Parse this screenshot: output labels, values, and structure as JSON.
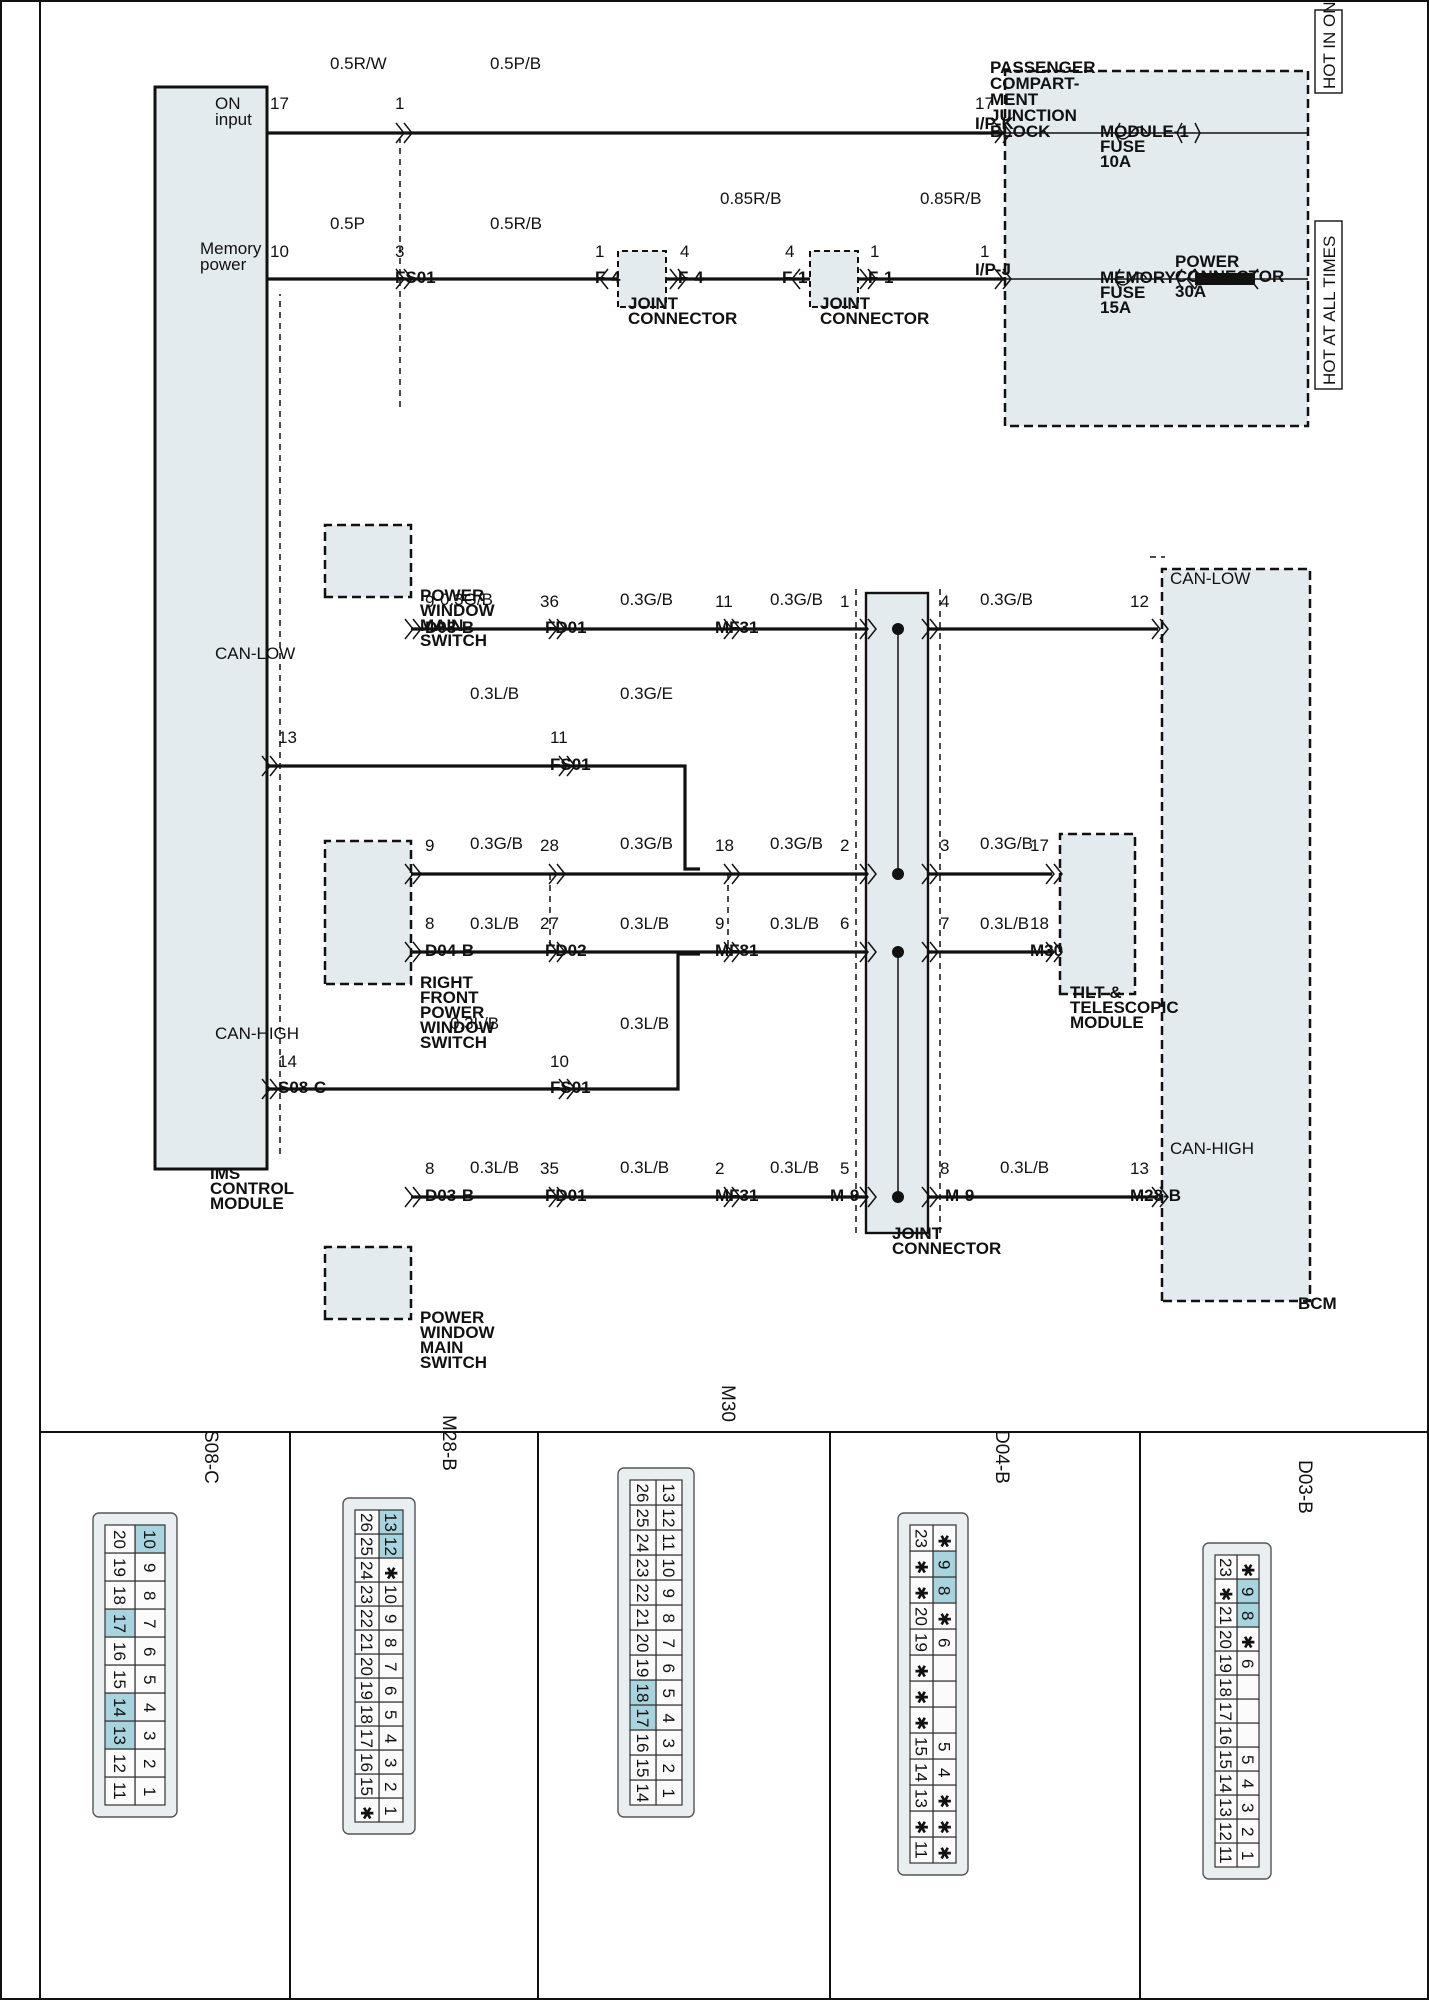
{
  "top_labels": {
    "hot_in_on": "HOT IN ON",
    "hot_at_all_times": "HOT AT ALL TIMES"
  },
  "pcjb": {
    "name": [
      "PASSENGER",
      "COMPART-",
      "MENT",
      "JUNCTION",
      "BLOCK"
    ],
    "module_fuse": [
      "MODULE-1",
      "FUSE",
      "10A"
    ],
    "memory_fuse": [
      "MEMORY",
      "FUSE",
      "15A"
    ],
    "power_connector": [
      "POWER",
      "CONNECTOR",
      "30A"
    ]
  },
  "connector_ids": {
    "ipk": "I/P-K",
    "ipj": "I/P-J",
    "fs01": "FS01",
    "f1": "F-1",
    "f4": "F-4",
    "mf31": "MF31",
    "fd01": "FD01",
    "d03b": "D03-B",
    "mf81": "MF81",
    "fd02": "FD02",
    "d04b": "D04-B",
    "m30": "M30",
    "m9": "M-9",
    "m28b": "M28-B",
    "s08c": "S08-C"
  },
  "wire_labels": {
    "w05rw": "0.5R/W",
    "w05pb": "0.5P/B",
    "w085rb": "0.85R/B",
    "w05p": "0.5P",
    "w05rb": "0.5R/B",
    "w03gb": "0.3G/B",
    "w03lb": "0.3L/B",
    "w03ge": "0.3G/E"
  },
  "pins": {
    "p17": "17",
    "p1": "1",
    "p10": "10",
    "p3": "3",
    "p4": "4",
    "p12": "12",
    "p11": "11",
    "p36": "36",
    "p9": "9",
    "p13": "13",
    "p18": "18",
    "p28": "28",
    "p8": "8",
    "p27": "27",
    "p2": "2",
    "p6": "6",
    "p7": "7",
    "p14": "14",
    "p35": "35",
    "p5": "5"
  },
  "components": {
    "joint_connector": [
      "JOINT",
      "CONNECTOR"
    ],
    "pw_main_switch": [
      "POWER",
      "WINDOW",
      "MAIN",
      "SWITCH"
    ],
    "rf_pw_switch": [
      "RIGHT",
      "FRONT",
      "POWER",
      "WINDOW",
      "SWITCH"
    ],
    "tilt_module": [
      "TILT &",
      "TELESCOPIC",
      "MODULE"
    ],
    "bcm": "BCM",
    "ims": [
      "IMS",
      "CONTROL",
      "MODULE"
    ]
  },
  "terminal_labels": {
    "on_input": [
      "ON",
      "input"
    ],
    "memory_power": [
      "Memory",
      "power"
    ],
    "can_low": "CAN-LOW",
    "can_high": "CAN-HIGH"
  },
  "connector_views": {
    "d03b": {
      "title": "D03-B",
      "rows": [
        [
          "1",
          "2",
          "3",
          "4",
          "5",
          "",
          "",
          "",
          "6",
          "✱",
          "8",
          "9",
          "✱"
        ],
        [
          "11",
          "12",
          "13",
          "14",
          "15",
          "16",
          "17",
          "18",
          "19",
          "20",
          "21",
          "✱",
          "23"
        ]
      ],
      "highlight": [
        "8",
        "9"
      ]
    },
    "d04b": {
      "title": "D04-B",
      "rows": [
        [
          "✱",
          "✱",
          "✱",
          "4",
          "5",
          "",
          "",
          "",
          "6",
          "✱",
          "8",
          "9",
          "✱"
        ],
        [
          "11",
          "✱",
          "13",
          "14",
          "15",
          "✱",
          "✱",
          "✱",
          "19",
          "20",
          "✱",
          "✱",
          "23"
        ]
      ],
      "highlight": [
        "8",
        "9"
      ]
    },
    "m30": {
      "title": "M30",
      "rows": [
        [
          "1",
          "2",
          "3",
          "4",
          "5",
          "6",
          "7",
          "8",
          "9",
          "10",
          "11",
          "12",
          "13"
        ],
        [
          "14",
          "15",
          "16",
          "17",
          "18",
          "19",
          "20",
          "21",
          "22",
          "23",
          "24",
          "25",
          "26"
        ]
      ],
      "highlight": [
        "17",
        "18"
      ]
    },
    "m28b": {
      "title": "M28-B",
      "rows": [
        [
          "1",
          "2",
          "3",
          "4",
          "5",
          "6",
          "7",
          "8",
          "9",
          "10",
          "✱",
          "12",
          "13"
        ],
        [
          "✱",
          "15",
          "16",
          "17",
          "18",
          "19",
          "20",
          "21",
          "22",
          "23",
          "24",
          "25",
          "26"
        ]
      ],
      "highlight": [
        "12",
        "13"
      ]
    },
    "s08c": {
      "title": "S08-C",
      "rows": [
        [
          "1",
          "2",
          "3",
          "4",
          "5",
          "6",
          "7",
          "8",
          "9",
          "10"
        ],
        [
          "11",
          "12",
          "13",
          "14",
          "15",
          "16",
          "17",
          "18",
          "19",
          "20"
        ]
      ],
      "highlight": [
        "10",
        "13",
        "14",
        "17"
      ]
    }
  }
}
